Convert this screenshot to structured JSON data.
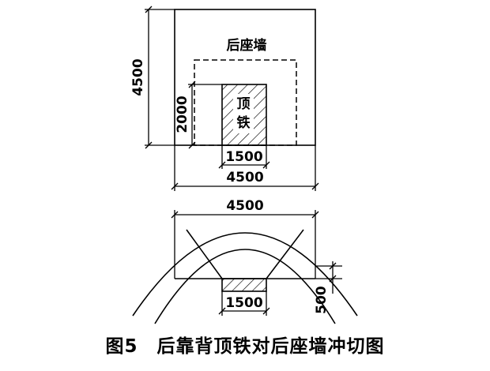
{
  "diagram": {
    "wall_label": "后座墙",
    "jack_label_line1": "顶",
    "jack_label_line2": "铁",
    "plan_dims": {
      "height_total": "4500",
      "height_jack": "2000",
      "width_jack": "1500",
      "width_total": "4500"
    },
    "section_dims": {
      "width_total": "4500",
      "width_jack": "1500",
      "depth": "500"
    }
  },
  "caption": "图5　后靠背顶铁对后座墙冲切图"
}
